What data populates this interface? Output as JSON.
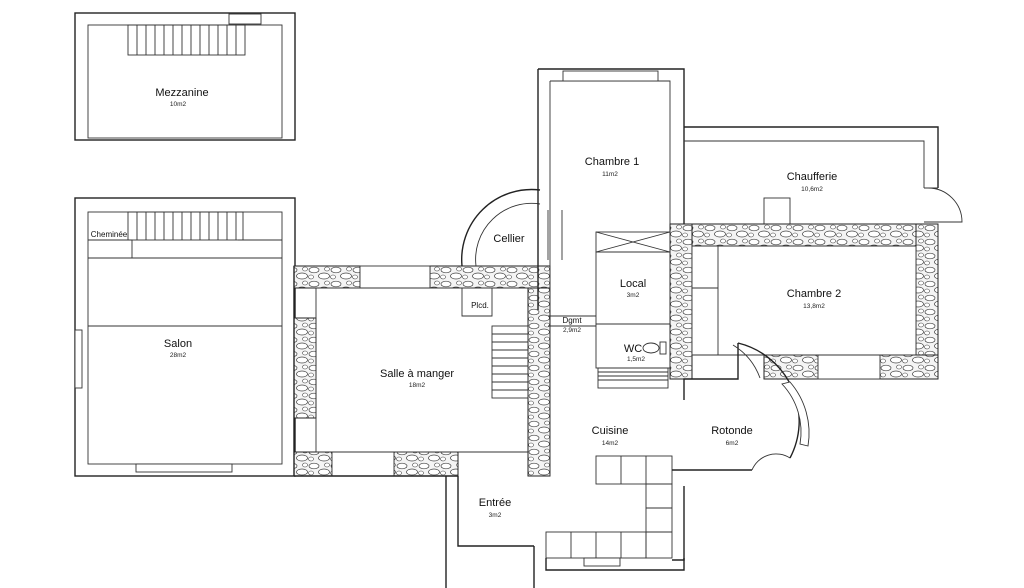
{
  "rooms": {
    "mezzanine": {
      "name": "Mezzanine",
      "area": "10m2"
    },
    "chambre1": {
      "name": "Chambre 1",
      "area": "11m2"
    },
    "chaufferie": {
      "name": "Chaufferie",
      "area": "10,6m2"
    },
    "cellier": {
      "name": "Cellier"
    },
    "cheminee": {
      "name": "Cheminée"
    },
    "salon": {
      "name": "Salon",
      "area": "28m2"
    },
    "local": {
      "name": "Local",
      "area": "3m2"
    },
    "chambre2": {
      "name": "Chambre 2",
      "area": "13,8m2"
    },
    "plcd": {
      "name": "Plcd."
    },
    "dgmt": {
      "name": "Dgmt",
      "area": "2,9m2"
    },
    "wc": {
      "name": "WC",
      "area": "1,5m2"
    },
    "salle": {
      "name": "Salle à manger",
      "area": "18m2"
    },
    "cuisine": {
      "name": "Cuisine",
      "area": "14m2"
    },
    "rotonde": {
      "name": "Rotonde",
      "area": "6m2"
    },
    "entree": {
      "name": "Entrée",
      "area": "3m2"
    }
  },
  "colors": {
    "wall": "#222222",
    "background": "#ffffff",
    "stone_fill": "#f4f4f4"
  }
}
